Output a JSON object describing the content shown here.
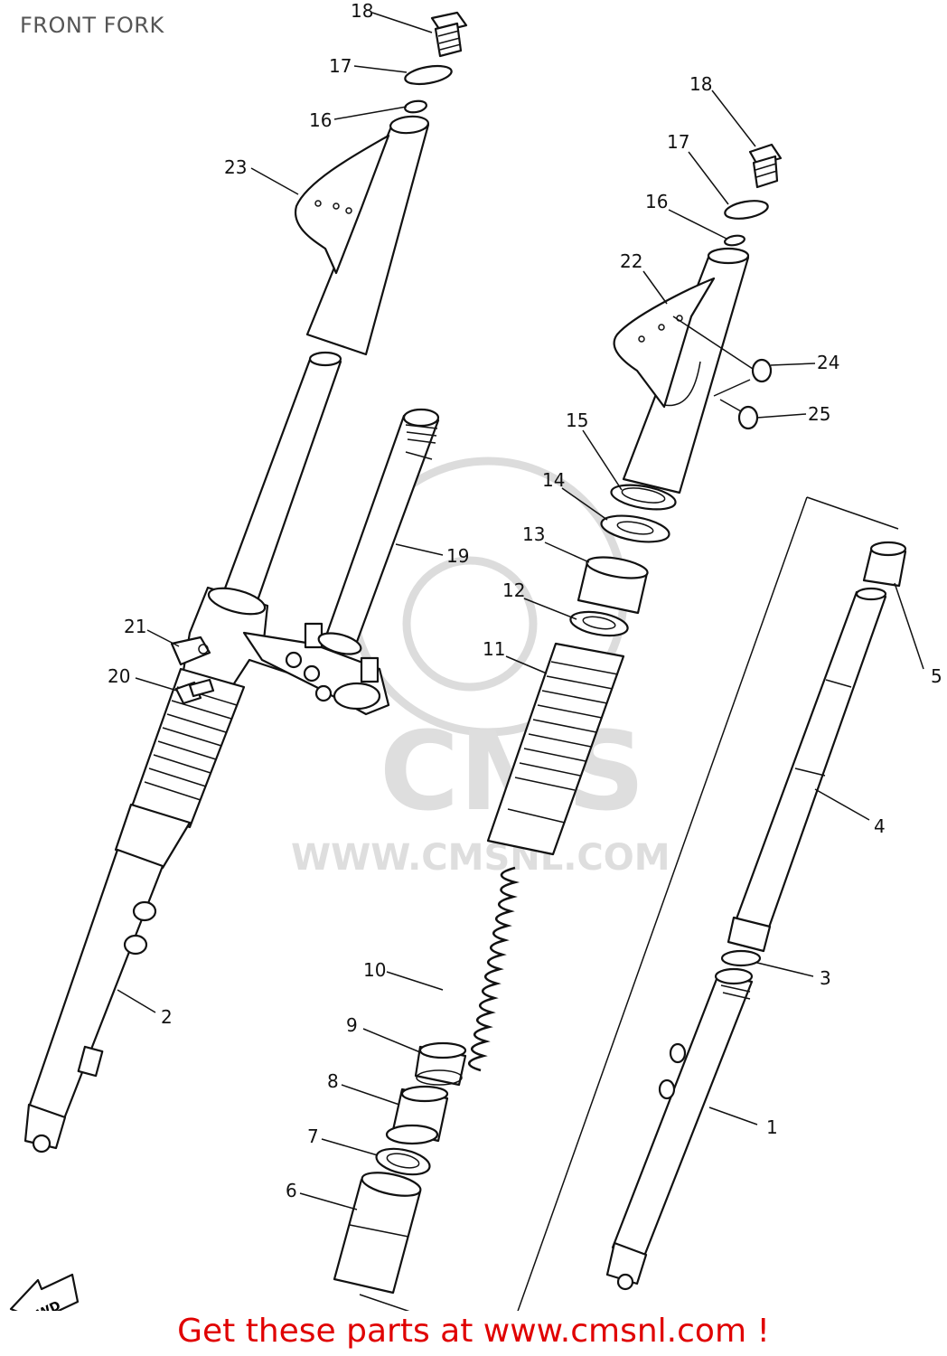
{
  "page": {
    "title": "FRONT FORK",
    "footer_text": "Get these parts at www.cmsnl.com !",
    "colors": {
      "footer": "#e00000",
      "title": "#555555",
      "line_art": "#111111",
      "watermark": "#dcdcdc"
    }
  },
  "watermark": {
    "brand": "CMS",
    "url": "WWW.CMSNL.COM"
  },
  "direction_badge": {
    "text": "FWD"
  },
  "callouts": [
    {
      "key": "c18a",
      "text": "18"
    },
    {
      "key": "c17a",
      "text": "17"
    },
    {
      "key": "c16a",
      "text": "16"
    },
    {
      "key": "c23",
      "text": "23"
    },
    {
      "key": "c18b",
      "text": "18"
    },
    {
      "key": "c17b",
      "text": "17"
    },
    {
      "key": "c16b",
      "text": "16"
    },
    {
      "key": "c22",
      "text": "22"
    },
    {
      "key": "c24",
      "text": "24"
    },
    {
      "key": "c25",
      "text": "25"
    },
    {
      "key": "c15",
      "text": "15"
    },
    {
      "key": "c14",
      "text": "14"
    },
    {
      "key": "c13",
      "text": "13"
    },
    {
      "key": "c12",
      "text": "12"
    },
    {
      "key": "c11",
      "text": "11"
    },
    {
      "key": "c19",
      "text": "19"
    },
    {
      "key": "c21",
      "text": "21"
    },
    {
      "key": "c20",
      "text": "20"
    },
    {
      "key": "c5",
      "text": "5"
    },
    {
      "key": "c4",
      "text": "4"
    },
    {
      "key": "c3",
      "text": "3"
    },
    {
      "key": "c2",
      "text": "2"
    },
    {
      "key": "c10",
      "text": "10"
    },
    {
      "key": "c9",
      "text": "9"
    },
    {
      "key": "c8",
      "text": "8"
    },
    {
      "key": "c7",
      "text": "7"
    },
    {
      "key": "c6",
      "text": "6"
    },
    {
      "key": "c1",
      "text": "1"
    }
  ]
}
